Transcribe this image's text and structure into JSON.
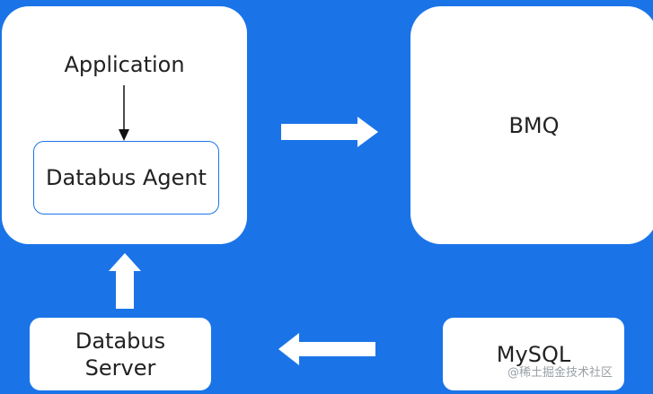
{
  "nodes": {
    "application": "Application",
    "databus_agent": "Databus Agent",
    "bmq": "BMQ",
    "databus_server_line1": "Databus",
    "databus_server_line2": "Server",
    "mysql": "MySQL"
  },
  "watermark": "@稀土掘金技术社区",
  "colors": {
    "background": "#1a74e8",
    "box": "#ffffff",
    "text": "#222222"
  }
}
